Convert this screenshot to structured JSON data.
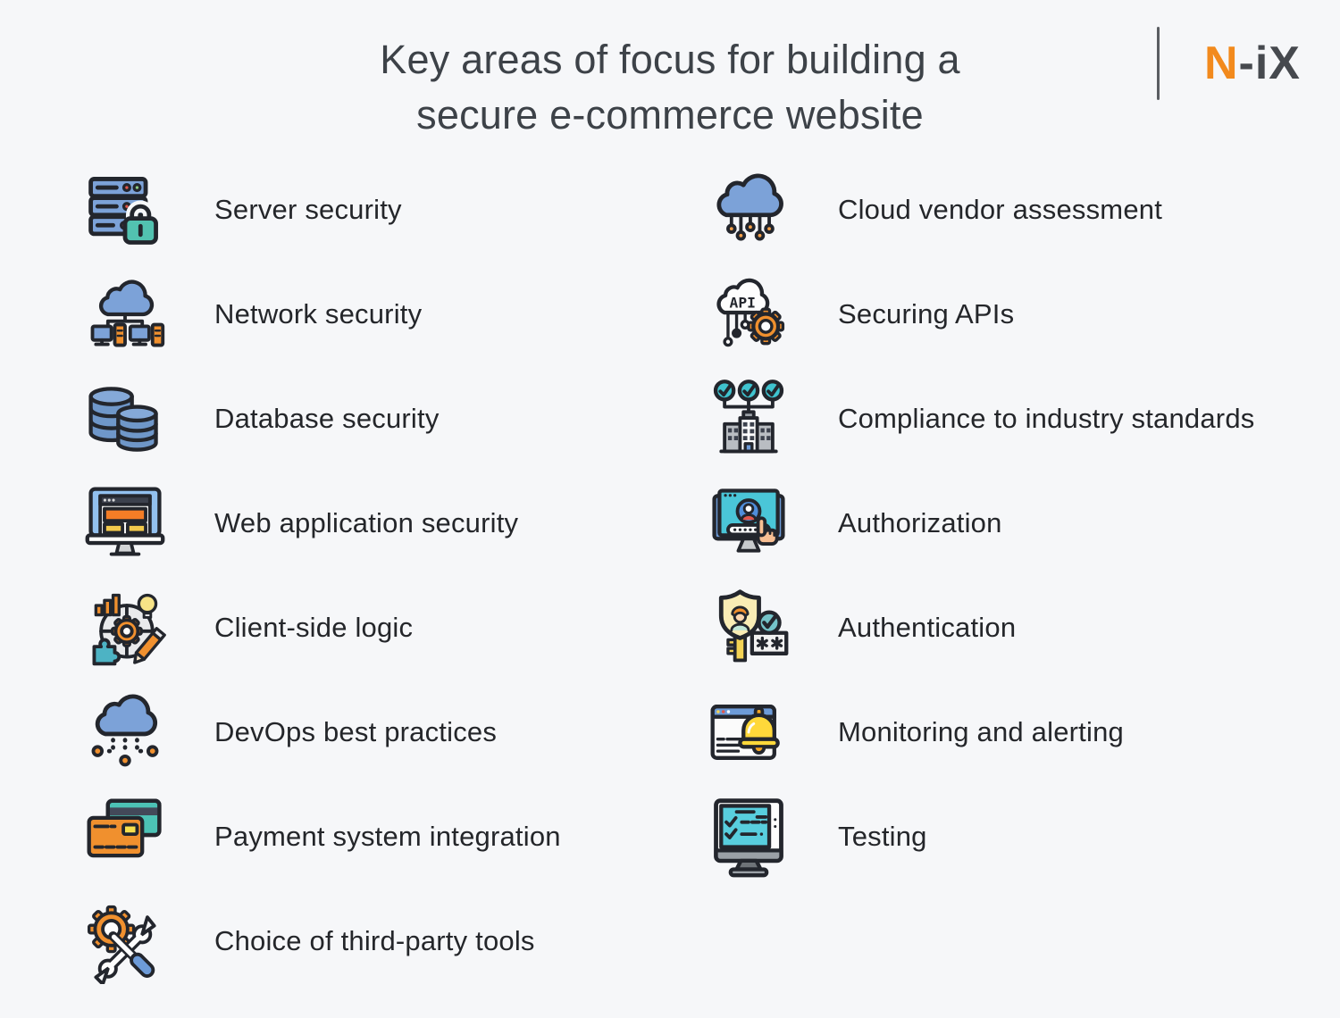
{
  "header": {
    "title_line1": "Key areas of focus for building a",
    "title_line2": "secure e-commerce website",
    "logo": {
      "part1": "N",
      "part2": "-iX"
    }
  },
  "colors": {
    "background": "#f6f7f9",
    "title_text": "#3d4248",
    "label_text": "#24262a",
    "logo_orange": "#f28a1d",
    "logo_gray": "#46494e",
    "icon_outline": "#23262d",
    "icon_blue": "#7ca2d8",
    "icon_orange": "#f0902e",
    "icon_teal": "#4cc2b5",
    "icon_cyan": "#45c6d6",
    "icon_yellow": "#ffd83a"
  },
  "columns": {
    "left": [
      {
        "label": "Server security",
        "icon": "server-lock-icon"
      },
      {
        "label": "Network security",
        "icon": "cloud-network-icon"
      },
      {
        "label": "Database security",
        "icon": "database-icon"
      },
      {
        "label": "Web application security",
        "icon": "browser-monitor-icon"
      },
      {
        "label": "Client-side logic",
        "icon": "gear-logic-icon"
      },
      {
        "label": "DevOps best practices",
        "icon": "cloud-nodes-icon"
      },
      {
        "label": "Payment system integration",
        "icon": "credit-cards-icon"
      },
      {
        "label": "Choice of third-party tools",
        "icon": "gear-wrench-icon"
      }
    ],
    "right": [
      {
        "label": "Cloud vendor assessment",
        "icon": "cloud-circuit-icon"
      },
      {
        "label": "Securing APIs",
        "icon": "api-cloud-gear-icon"
      },
      {
        "label": "Compliance to industry standards",
        "icon": "checks-building-icon"
      },
      {
        "label": "Authorization",
        "icon": "login-screen-icon"
      },
      {
        "label": "Authentication",
        "icon": "shield-key-icon"
      },
      {
        "label": "Monitoring and alerting",
        "icon": "bell-browser-icon"
      },
      {
        "label": "Testing",
        "icon": "checklist-monitor-icon"
      }
    ]
  }
}
